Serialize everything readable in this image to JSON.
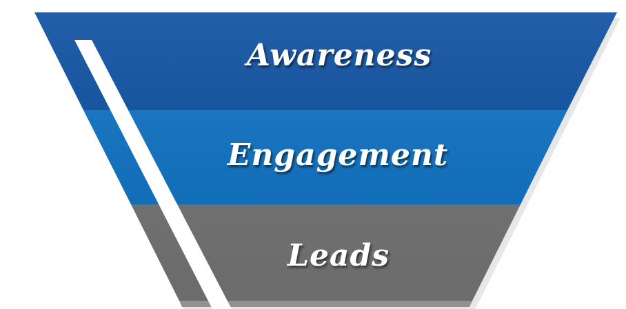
{
  "funnel": {
    "stages": [
      {
        "label": "Awareness",
        "color": "#0a4d9e",
        "shade": "#083f85"
      },
      {
        "label": "Engagement",
        "color": "#0d6fc0",
        "shade": "#0a5ea6"
      },
      {
        "label": "Leads",
        "color": "#727272",
        "shade": "#666666"
      }
    ],
    "base_color": "#9a9a9a",
    "shadow_color": "#b9b9b9",
    "highlight_color": "#ffffff"
  }
}
